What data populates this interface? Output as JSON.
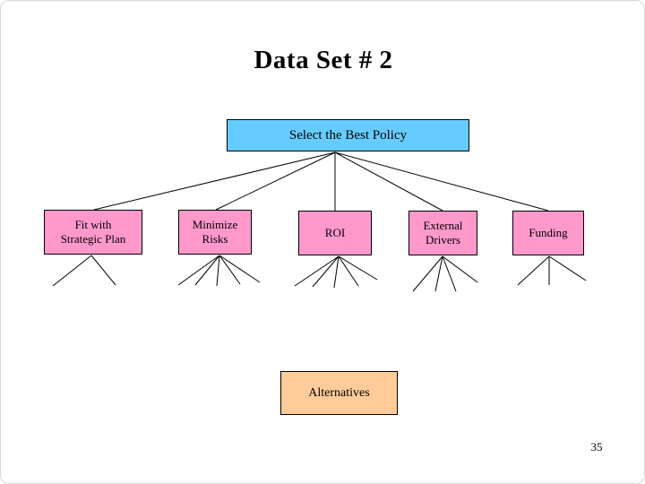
{
  "slide": {
    "title": "Data Set # 2",
    "page_number": "35"
  },
  "diagram": {
    "goal": {
      "label": "Select the Best Policy",
      "color": "#66ccff"
    },
    "criteria": [
      {
        "label": "Fit with\nStrategic Plan",
        "color": "#ff99cc",
        "sub_lines": 2
      },
      {
        "label": "Minimize\nRisks",
        "color": "#ff99cc",
        "sub_lines": 5
      },
      {
        "label": "ROI",
        "color": "#ff99cc",
        "sub_lines": 5
      },
      {
        "label": "External\nDrivers",
        "color": "#ff99cc",
        "sub_lines": 4
      },
      {
        "label": "Funding",
        "color": "#ff99cc",
        "sub_lines": 3
      }
    ],
    "alternatives": {
      "label": "Alternatives",
      "color": "#ffcc99"
    }
  },
  "colors": {
    "background": "#ffffff",
    "goal_box": "#66ccff",
    "criterion_box": "#ff99cc",
    "alternatives_box": "#ffcc99",
    "line": "#000000",
    "text": "#000000"
  }
}
